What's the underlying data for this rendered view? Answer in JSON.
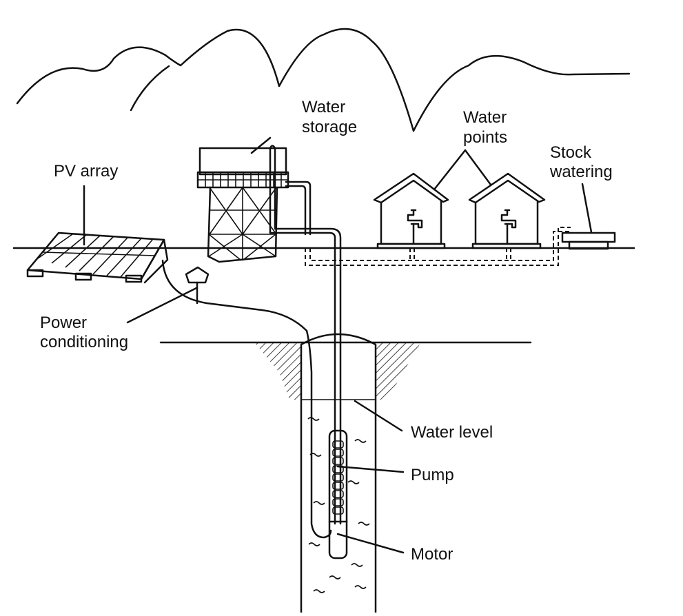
{
  "diagram": {
    "labels": {
      "water_storage": [
        "Water",
        "storage"
      ],
      "water_points": [
        "Water",
        "points"
      ],
      "stock_watering": [
        "Stock",
        "watering"
      ],
      "pv_array": "PV array",
      "power_conditioning": [
        "Power",
        "conditioning"
      ],
      "water_level": "Water level",
      "pump": "Pump",
      "motor": "Motor"
    }
  }
}
